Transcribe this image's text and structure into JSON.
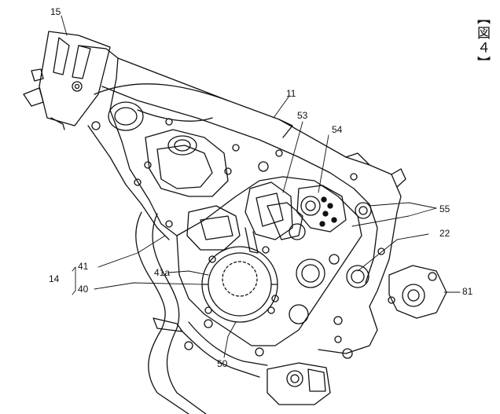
{
  "figure": {
    "title": "【図４】"
  },
  "labels": {
    "l15": "15",
    "l11": "11",
    "l53": "53",
    "l54": "54",
    "l55": "55",
    "l22": "22",
    "l41": "41",
    "l41a": "41a",
    "l14": "14",
    "l40": "40",
    "l50": "50",
    "l81": "81"
  },
  "colors": {
    "line": "#111111",
    "paper": "#ffffff"
  }
}
